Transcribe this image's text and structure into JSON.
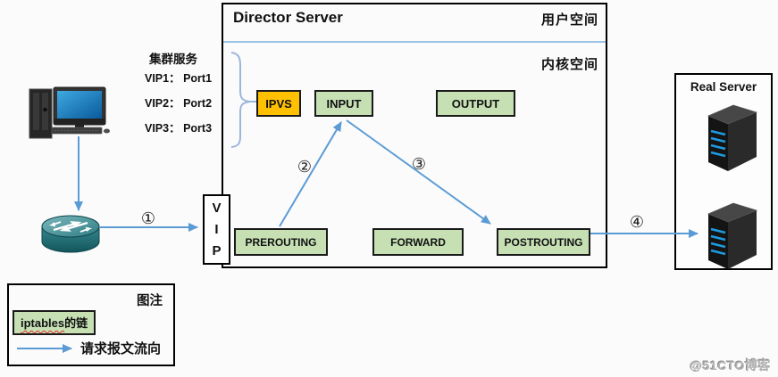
{
  "director": {
    "title": "Director Server",
    "user_space": "用户空间",
    "kernel_space": "内核空间"
  },
  "cluster_service": {
    "title": "集群服务",
    "items": [
      "VIP1： Port1",
      "VIP2： Port2",
      "VIP3： Port3"
    ]
  },
  "chains": {
    "ipvs": "IPVS",
    "input": "INPUT",
    "output": "OUTPUT",
    "prerouting": "PREROUTING",
    "forward": "FORWARD",
    "postrouting": "POSTROUTING"
  },
  "vip_box": {
    "letters": [
      "V",
      "I",
      "P"
    ]
  },
  "real_server": {
    "title": "Real Server"
  },
  "flow": {
    "steps": [
      "①",
      "②",
      "③",
      "④"
    ]
  },
  "legend": {
    "title": "图注",
    "chain_label_en": "iptables",
    "chain_label_zh": "的链",
    "flow_label": "请求报文流向"
  },
  "watermark": "@51CTO博客",
  "colors": {
    "chain_fill": "#c6e0b4",
    "ipvs_fill": "#ffc000",
    "arrow_blue": "#5b9bd5",
    "divider_blue": "#9dc3e6"
  },
  "icons": {
    "client": "desktop-computer-icon",
    "router": "router-icon",
    "server": "server-tower-icon"
  }
}
